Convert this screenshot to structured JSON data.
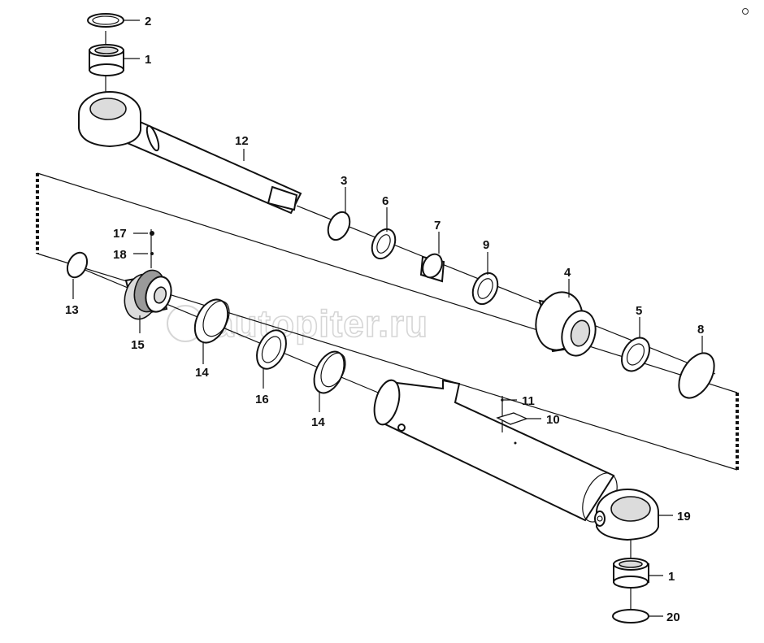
{
  "diagram": {
    "watermark": "autopiter.ru",
    "labels": {
      "p2": "2",
      "p1_top": "1",
      "p12": "12",
      "p3": "3",
      "p6": "6",
      "p7": "7",
      "p9": "9",
      "p4": "4",
      "p5": "5",
      "p8": "8",
      "p17": "17",
      "p18": "18",
      "p13": "13",
      "p15": "15",
      "p14_a": "14",
      "p16": "16",
      "p14_b": "14",
      "p11": "11",
      "p10": "10",
      "p19": "19",
      "p1_bottom": "1",
      "p20": "20"
    }
  }
}
